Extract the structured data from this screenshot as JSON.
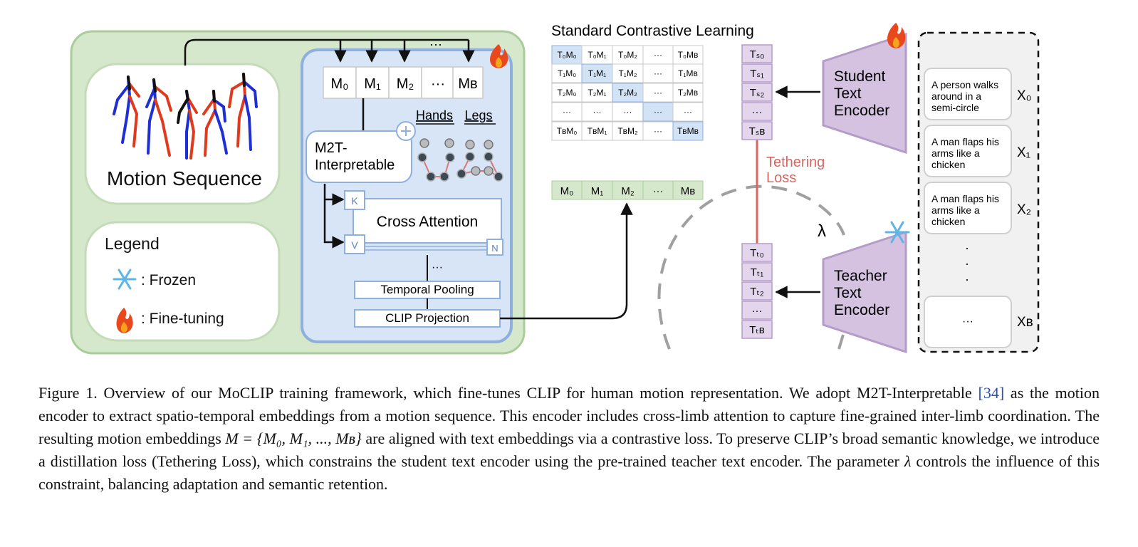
{
  "motion": {
    "label": "Motion Sequence",
    "embeddings": [
      "M₀",
      "M₁",
      "M₂",
      "···",
      "Mʙ"
    ],
    "dots_top": "···"
  },
  "legend": {
    "title": "Legend",
    "frozen": ": Frozen",
    "finetune": ": Fine-tuning"
  },
  "encoder": {
    "name_line1": "M2T-",
    "name_line2": "Interpretable",
    "hands": "Hands",
    "legs": "Legs",
    "k": "K",
    "v": "V",
    "n": "N",
    "cross_attention": "Cross Attention",
    "dots": "···",
    "temporal_pooling": "Temporal Pooling",
    "clip_projection": "CLIP Projection"
  },
  "contrastive": {
    "title": "Standard Contrastive Learning",
    "grid": [
      [
        "T₀M₀",
        "T₀M₁",
        "T₀M₂",
        "···",
        "T₀Mʙ"
      ],
      [
        "T₁M₀",
        "T₁M₁",
        "T₁M₂",
        "···",
        "T₁Mʙ"
      ],
      [
        "T₂M₀",
        "T₂M₁",
        "T₂M₂",
        "···",
        "T₂Mʙ"
      ],
      [
        "···",
        "···",
        "···",
        "···",
        "···"
      ],
      [
        "TʙM₀",
        "TʙM₁",
        "TʙM₂",
        "···",
        "TʙMʙ"
      ]
    ],
    "motion_row": [
      "M₀",
      "M₁",
      "M₂",
      "···",
      "Mʙ"
    ]
  },
  "student": {
    "tokens": [
      "Tₛ₀",
      "Tₛ₁",
      "Tₛ₂",
      "···",
      "Tₛʙ"
    ],
    "line1": "Student",
    "line2": "Text",
    "line3": "Encoder"
  },
  "teacher": {
    "tokens": [
      "Tₜ₀",
      "Tₜ₁",
      "Tₜ₂",
      "···",
      "Tₜʙ"
    ],
    "line1": "Teacher",
    "line2": "Text",
    "line3": "Encoder"
  },
  "tethering": {
    "line1": "Tethering",
    "line2": "Loss",
    "lambda": "λ"
  },
  "texts": {
    "items": [
      {
        "lines": [
          "A person walks",
          "around in a",
          "semi-circle"
        ],
        "label": "X₀"
      },
      {
        "lines": [
          "A man flaps his",
          "arms like a",
          "chicken"
        ],
        "label": "X₁"
      },
      {
        "lines": [
          "A man flaps his",
          "arms like a",
          "chicken"
        ],
        "label": "X₂"
      }
    ],
    "vdots": ".",
    "last": {
      "text": "···",
      "label": "Xʙ"
    }
  },
  "caption": {
    "p1": "Figure 1.  Overview of our MoCLIP training framework, which fine-tunes CLIP for human motion representation.  We adopt M2T-Interpretable ",
    "ref": "[34]",
    "p2": " as the motion encoder to extract spatio-temporal embeddings from a motion sequence. This encoder includes cross-limb attention to capture fine-grained inter-limb coordination. The resulting motion embeddings ",
    "math_m": "M = {M₀, M₁, ..., Mʙ}",
    "p3": " are aligned with text embeddings via a contrastive loss. To preserve CLIP’s broad semantic knowledge, we introduce a distillation loss (Tethering Loss), which constrains the student text encoder using the pre-trained teacher text encoder. The parameter ",
    "math_lambda": "λ",
    "p4": " controls the influence of this constraint, balancing adaptation and semantic retention."
  },
  "colors": {
    "green_bg": "#d6e8cc",
    "green_border": "#a9cc9a",
    "blue_bg": "#d8e5f7",
    "blue_border": "#8fb0dc",
    "purple": "#d4c2e0",
    "purple_border": "#b59cc8",
    "tether": "#d9675f",
    "skeleton_red": "#e03a1e",
    "skeleton_blue": "#1f2fd6"
  }
}
